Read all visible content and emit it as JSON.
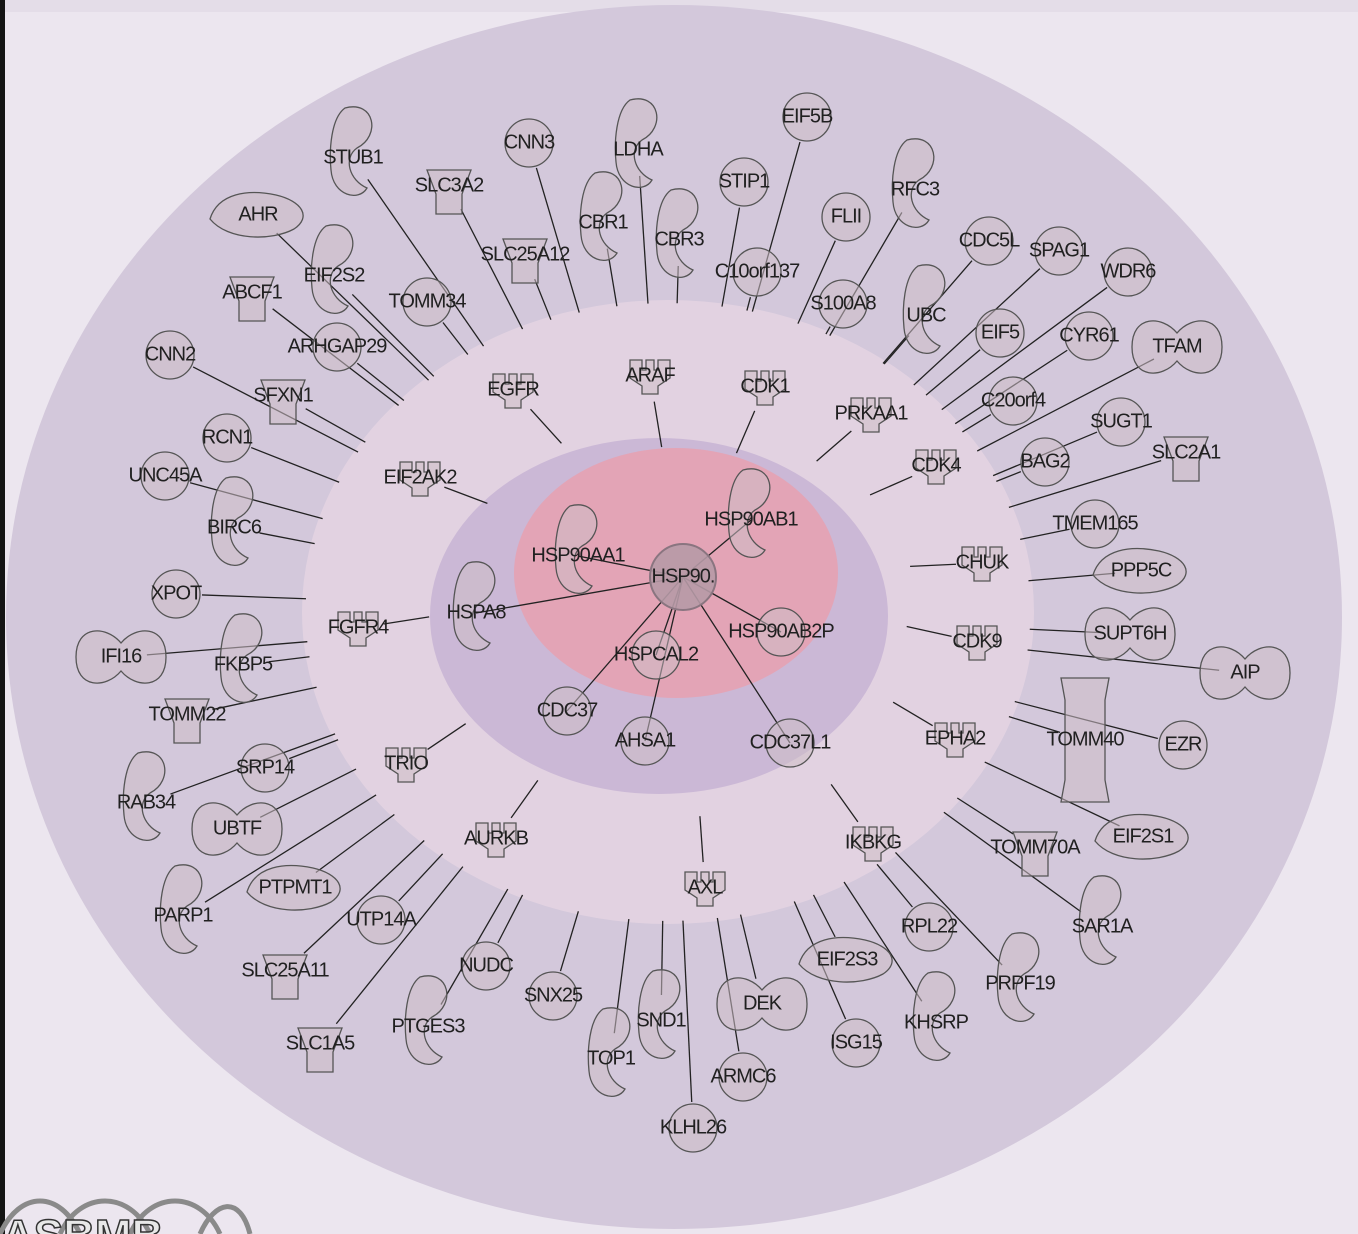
{
  "diagram": {
    "hub": "HSP90.",
    "inner_ring": [
      "HSP90AA1",
      "HSP90AB1",
      "HSPA8",
      "HSPCAL2",
      "HSP90AB2P",
      "CDC37",
      "AHSA1",
      "CDC37L1"
    ],
    "middle_ring": [
      "EGFR",
      "ARAF",
      "CDK1",
      "PRKAA1",
      "EIF2AK2",
      "CDK4",
      "CHUK",
      "FGFR4",
      "CDK9",
      "TRIO",
      "EPHA2",
      "AURKB",
      "IKBKG",
      "AXL"
    ],
    "outer_ring": [
      "EIF5B",
      "CNN3",
      "LDHA",
      "STUB1",
      "SLC3A2",
      "STIP1",
      "RFC3",
      "AHR",
      "CBR1",
      "CBR3",
      "FLII",
      "C10orf137",
      "CDC5L",
      "SPAG1",
      "SLC25A12",
      "WDR6",
      "EIF2S2",
      "ABCF1",
      "TOMM34",
      "S100A8",
      "UBC",
      "EIF5",
      "CYR61",
      "TFAM",
      "CNN2",
      "ARHGAP29",
      "SFXN1",
      "C20orf4",
      "RCN1",
      "SUGT1",
      "BAG2",
      "SLC2A1",
      "UNC45A",
      "BIRC6",
      "TMEM165",
      "XPOT",
      "PPP5C",
      "SUPT6H",
      "IFI16",
      "FKBP5",
      "AIP",
      "TOMM22",
      "TOMM40",
      "EZR",
      "SRP14",
      "RAB34",
      "UBTF",
      "EIF2S1",
      "TOMM70A",
      "PTPMT1",
      "PARP1",
      "UTP14A",
      "SAR1A",
      "RPL22",
      "SLC25A11",
      "NUDC",
      "EIF2S3",
      "PRPF19",
      "SNX25",
      "DEK",
      "SND1",
      "KHSRP",
      "PTGES3",
      "ISG15",
      "SLC1A5",
      "TOP1",
      "ARMC6",
      "KLHL26"
    ]
  },
  "logo": {
    "text": "ASBMB"
  },
  "colors": {
    "outer": "#d3c8db",
    "middle": "#e3d3e1",
    "inner": "#cbb8d6",
    "core": "#e5a2b2",
    "hub": "#b69aa6"
  }
}
